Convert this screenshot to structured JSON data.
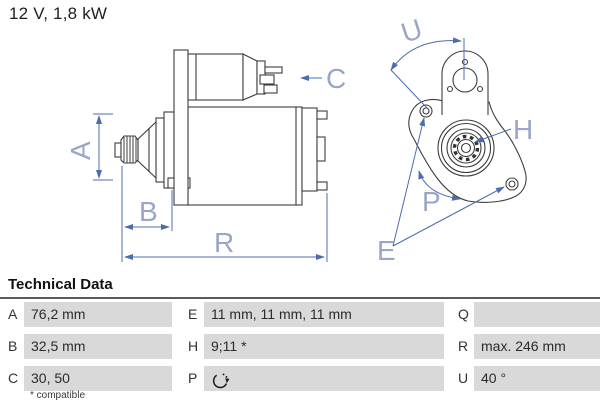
{
  "title": "12 V, 1,8 kW",
  "diagram": {
    "colors": {
      "outline": "#3d3d3d",
      "dimension_line": "#4c6cad",
      "dimension_label": "#9aa6c9"
    },
    "labels": {
      "A": "A",
      "B": "B",
      "C": "C",
      "R": "R",
      "U": "U",
      "H": "H",
      "P": "P",
      "E": "E"
    }
  },
  "table": {
    "heading": "Technical Data",
    "rows": [
      {
        "cells": [
          {
            "key": "A",
            "value": "76,2 mm"
          },
          {
            "key": "E",
            "value": "11 mm, 11 mm, 11 mm"
          },
          {
            "key": "Q",
            "value": ""
          }
        ]
      },
      {
        "cells": [
          {
            "key": "B",
            "value": "32,5 mm"
          },
          {
            "key": "H",
            "value": "9;11 *"
          },
          {
            "key": "R",
            "value": "max. 246 mm"
          }
        ]
      },
      {
        "cells": [
          {
            "key": "C",
            "value": "30, 50"
          },
          {
            "key": "P",
            "value": "",
            "icon": "rotation-clockwise"
          },
          {
            "key": "U",
            "value": "40 °"
          }
        ]
      }
    ],
    "footnote": "* compatible"
  }
}
